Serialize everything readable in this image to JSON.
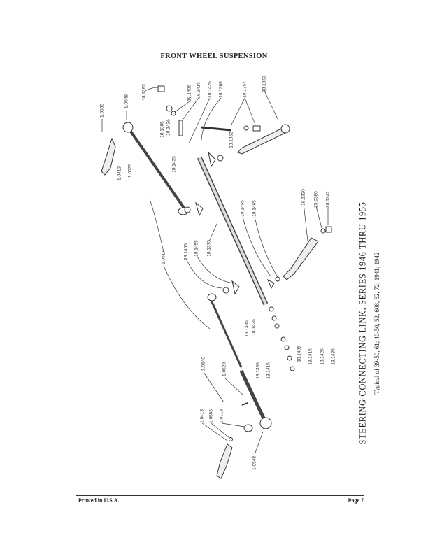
{
  "header": {
    "title": "FRONT WHEEL SUSPENSION"
  },
  "diagram": {
    "labels": [
      "1.0555",
      "1.0548",
      "18.1395",
      "18.1405",
      "18.1415",
      "18.1425",
      "18.1369",
      "18.1357",
      "18.1350",
      "18.1385",
      "18.1426",
      "18.1435",
      "18.1362",
      "1.0413",
      "1.0520",
      "1.0517",
      "18.1465",
      "18.1455",
      "18.1375",
      "18.1455",
      "18.1465",
      "18.1320",
      "25.0380",
      "18.1342",
      "18.1385",
      "18.1426",
      "18.1405",
      "18.1415",
      "18.1425",
      "18.1435",
      "18.1395",
      "18.1415",
      "1.0540",
      "1.0520",
      "1.0413",
      "1.0555",
      "1.0718",
      "1.0548"
    ]
  },
  "caption": {
    "title": "STEERING CONNECTING LINK, SERIES 1946 THRU 1955",
    "subtitle": "Typical of 39-50, 61; 40-50, 52, 608, 62, 72; 1941; 1942"
  },
  "footer": {
    "printed": "Printed in U.S.A.",
    "page": "Page 7"
  }
}
